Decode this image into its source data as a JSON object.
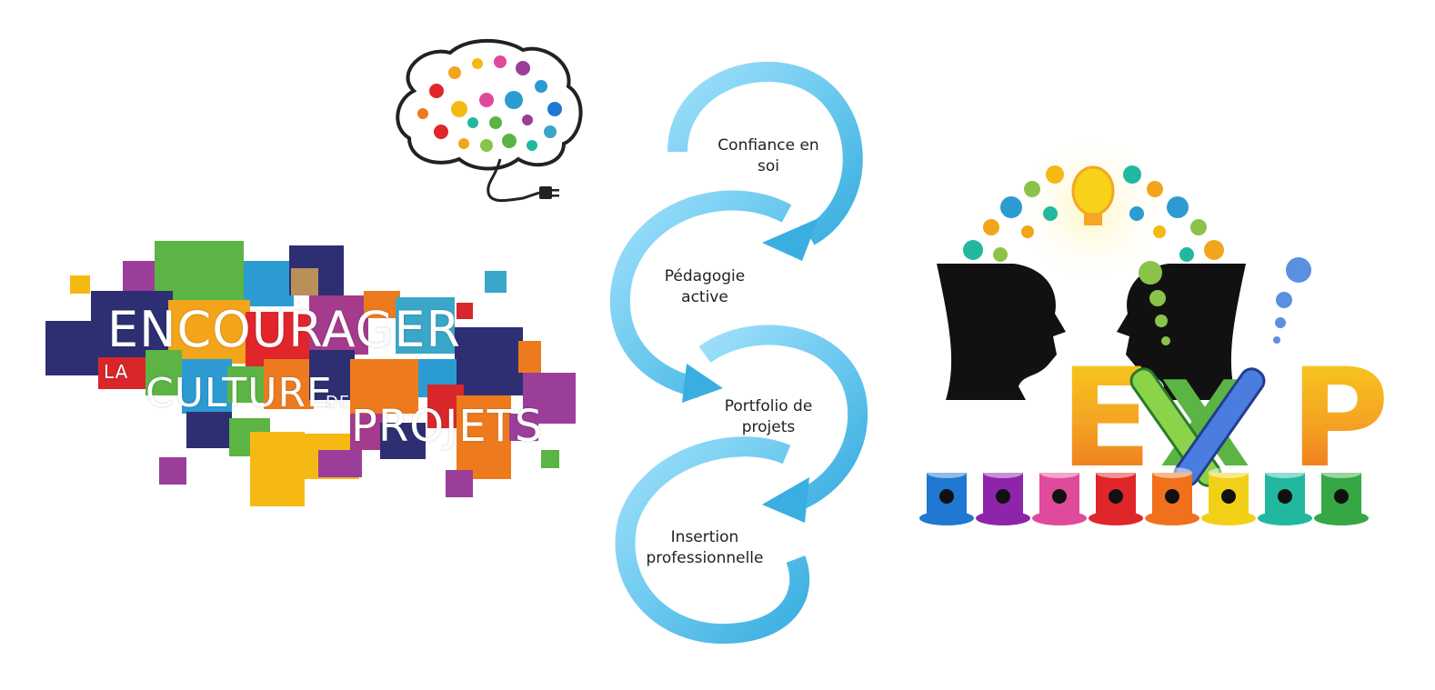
{
  "mosaic": {
    "line1": "ENCOURAGER",
    "word_la": "LA",
    "word_culture": "CULTURE",
    "word_de": "DE",
    "word_projets": "PROJETS"
  },
  "flow_steps": [
    {
      "label_line1": "Confiance en",
      "label_line2": "soi"
    },
    {
      "label_line1": "Pédagogie",
      "label_line2": "active"
    },
    {
      "label_line1": "Portfolio de",
      "label_line2": "projets"
    },
    {
      "label_line1": "Insertion",
      "label_line2": "professionnelle"
    }
  ],
  "exp": {
    "letters": [
      "E",
      "X",
      "P"
    ],
    "pots": [
      {
        "icon": "text-icon",
        "color": "#1f78d1"
      },
      {
        "icon": "music-note-icon",
        "color": "#8e24aa"
      },
      {
        "icon": "running-person-icon",
        "color": "#e04a9a"
      },
      {
        "icon": "eye-icon",
        "color": "#e0262b"
      },
      {
        "icon": "square-root-icon",
        "color": "#f0701c"
      },
      {
        "icon": "people-icon",
        "color": "#f3d018"
      },
      {
        "icon": "meditation-icon",
        "color": "#22b8a0"
      },
      {
        "icon": "leaf-icon",
        "color": "#35a845"
      }
    ]
  },
  "colors": {
    "arrow": "#6cc9ef",
    "arrow_dark": "#3aaee0"
  }
}
